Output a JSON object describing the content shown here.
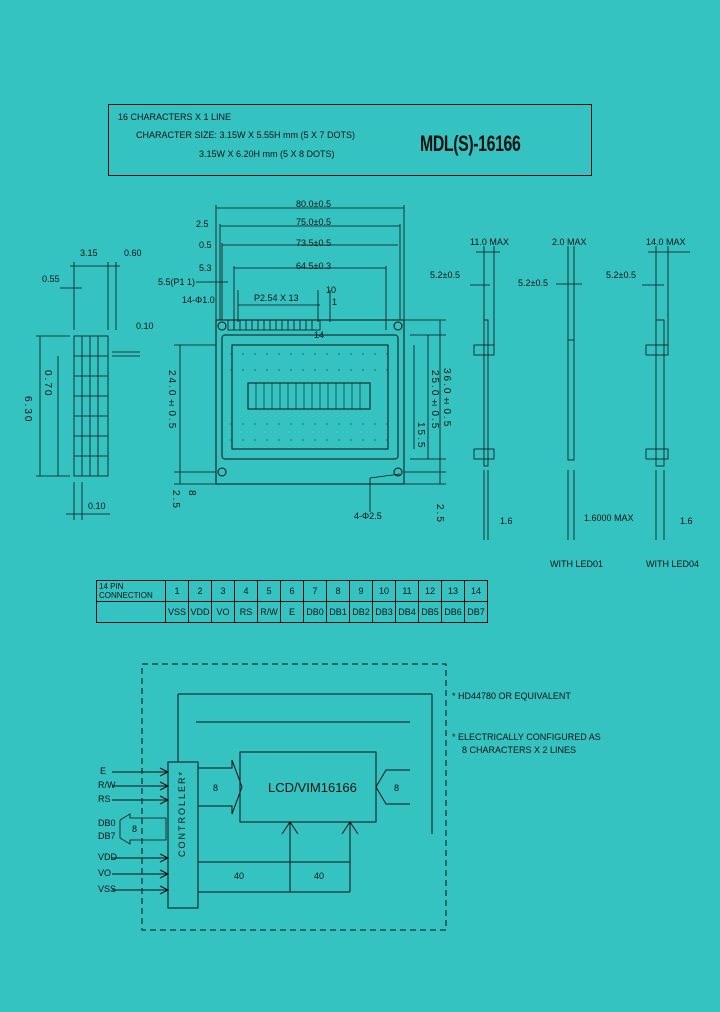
{
  "header": {
    "spec_line1": "16 CHARACTERS X 1 LINE",
    "spec_line2": "CHARACTER SIZE: 3.15W X 5.55H mm (5 X 7 DOTS)",
    "spec_line3": "3.15W X 6.20H mm (5 X 8 DOTS)",
    "model": "MDL(S)-16166"
  },
  "dimensions": {
    "outline_width": "80.0±0.5",
    "viewing_width": "75.0±0.5",
    "active_width": "73.5±0.5",
    "char_area_width": "64.5±0.3",
    "offset_25": "2.5",
    "offset_05": "0.5",
    "offset_53": "5.3",
    "pin1_offset": "5.5(P1 1)",
    "pin_row": "14-Φ1.0",
    "pin_pitch": "P2.54 X 13",
    "pin_dim_10": "10",
    "pin_number_14": "14",
    "pin_number_1": "1",
    "height_36": "36.0±0.5",
    "height_25": "25.0±0.5",
    "height_24": "24.0±0.5",
    "height_155": "15.5",
    "height_25b": "2.5",
    "left_height_8": "8",
    "left_height_25": "2.5",
    "mount_holes": "4-Φ2.5",
    "char_width": "3.15",
    "char_gap": "0.60",
    "dot_width": "0.55",
    "dot_gap": "0.10",
    "char_height": "6.30",
    "dot_height": "0.70",
    "dot_gap_bottom": "0.10"
  },
  "side_views": [
    {
      "top": "11.0 MAX",
      "side": "5.2±0.5",
      "bottom": "1.6",
      "label": ""
    },
    {
      "top": "2.0 MAX",
      "side": "5.2±0.5",
      "bottom": "1.6000 MAX",
      "label": "WITH LED01"
    },
    {
      "top": "14.0 MAX",
      "side": "5.2±0.5",
      "bottom": "1.6",
      "label": "WITH LED04"
    }
  ],
  "pin_table": {
    "label": "14 PIN CONNECTION",
    "numbers": [
      "1",
      "2",
      "3",
      "4",
      "5",
      "6",
      "7",
      "8",
      "9",
      "10",
      "11",
      "12",
      "13",
      "14"
    ],
    "signals": [
      "VSS",
      "VDD",
      "VO",
      "RS",
      "R/W",
      "E",
      "DB0",
      "DB1",
      "DB2",
      "DB3",
      "DB4",
      "DB5",
      "DB6",
      "DB7"
    ]
  },
  "block_diagram": {
    "controller": "CONTROLLER*",
    "lcd": "LCD/VIM16166",
    "bus_in": "8",
    "bus_right": "8",
    "data_bus": "8",
    "seg1": "40",
    "seg2": "40",
    "signals_left": [
      "E",
      "R/W",
      "RS",
      "DB0",
      "DB7",
      "VDD",
      "VO",
      "VSS"
    ],
    "note1": "* HD44780 OR EQUIVALENT",
    "note2": "* ELECTRICALLY CONFIGURED AS",
    "note3": "8 CHARACTERS X 2 LINES"
  },
  "colors": {
    "background": "#35c3c1",
    "ink": "#111111"
  }
}
